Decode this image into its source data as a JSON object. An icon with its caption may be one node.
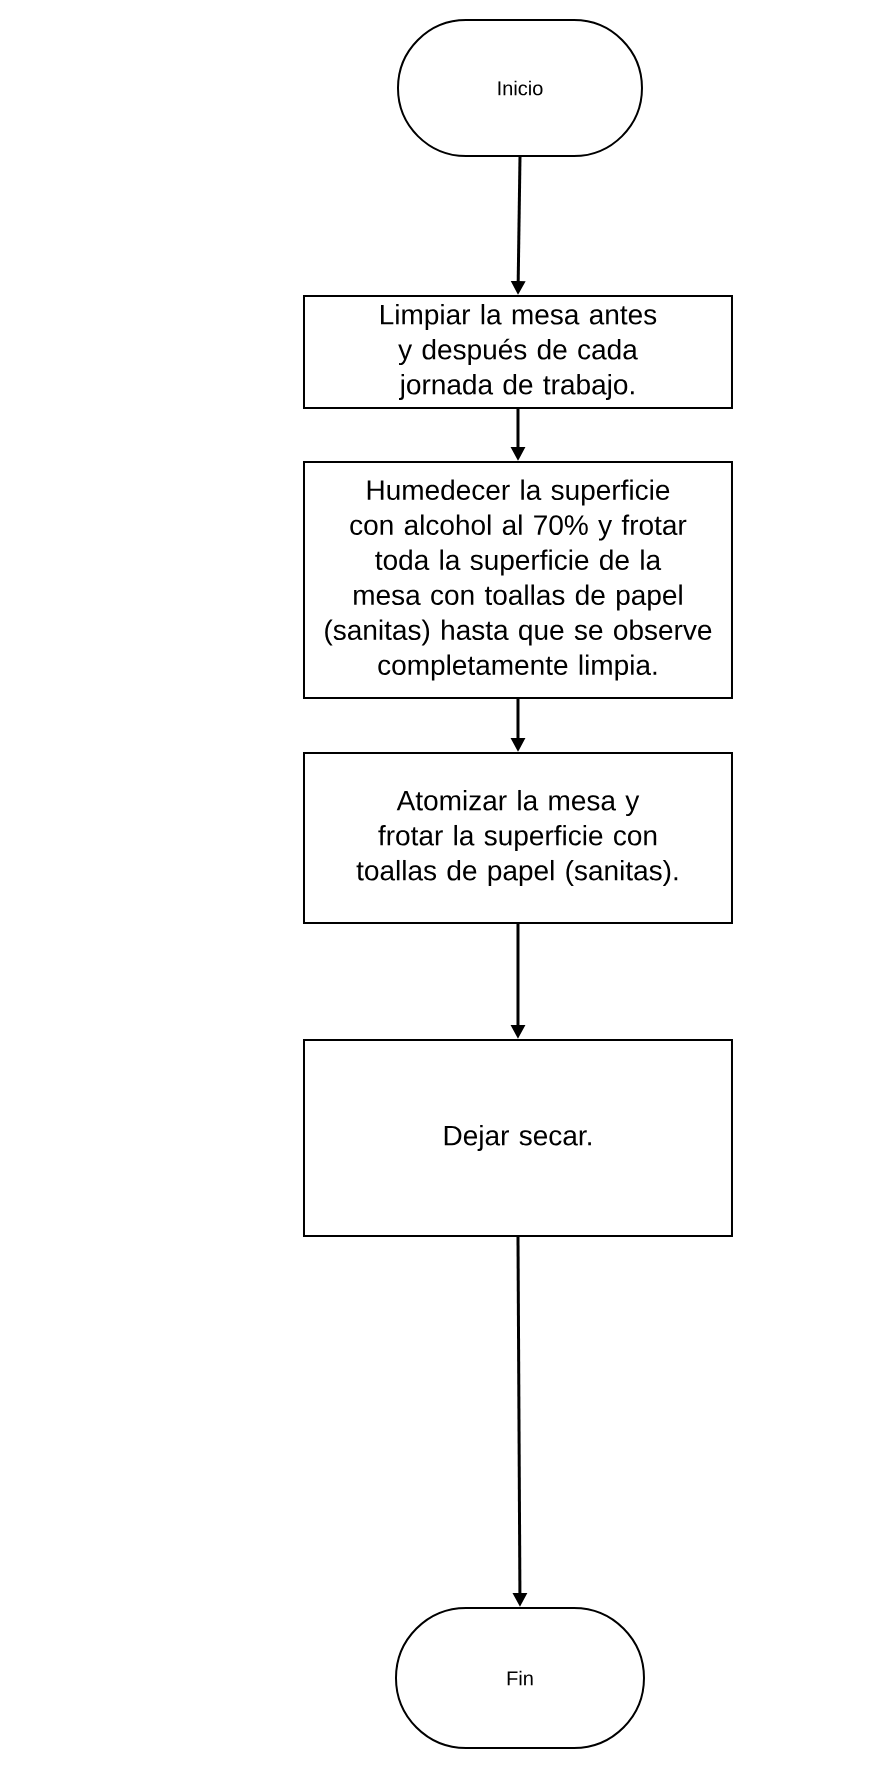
{
  "diagram": {
    "nodes": [
      {
        "text": [
          "Inicio"
        ]
      },
      {
        "text": [
          "Limpiar la mesa antes y después de cada jornada de trabajo."
        ]
      },
      {
        "text": [
          "Humedecer la superficie con alcohol al 70% y frotar toda la superficie de la mesa con toallas de papel (sanitas) hasta que se observe completamente limpia."
        ]
      },
      {
        "text": [
          "Atomizar la mesa y frotar la superficie con toallas de papel (sanitas)."
        ]
      },
      {
        "text": [
          "Dejar secar."
        ]
      },
      {
        "text": [
          "Fin"
        ]
      }
    ],
    "edges": [
      {
        "from": 0,
        "to": 1,
        "arrow": "to"
      },
      {
        "from": 1,
        "to": 2,
        "arrow": "to"
      },
      {
        "from": 2,
        "to": 3,
        "arrow": "to"
      },
      {
        "from": 3,
        "to": 4,
        "arrow": "to"
      },
      {
        "from": 4,
        "to": 5,
        "arrow": "to"
      }
    ]
  }
}
